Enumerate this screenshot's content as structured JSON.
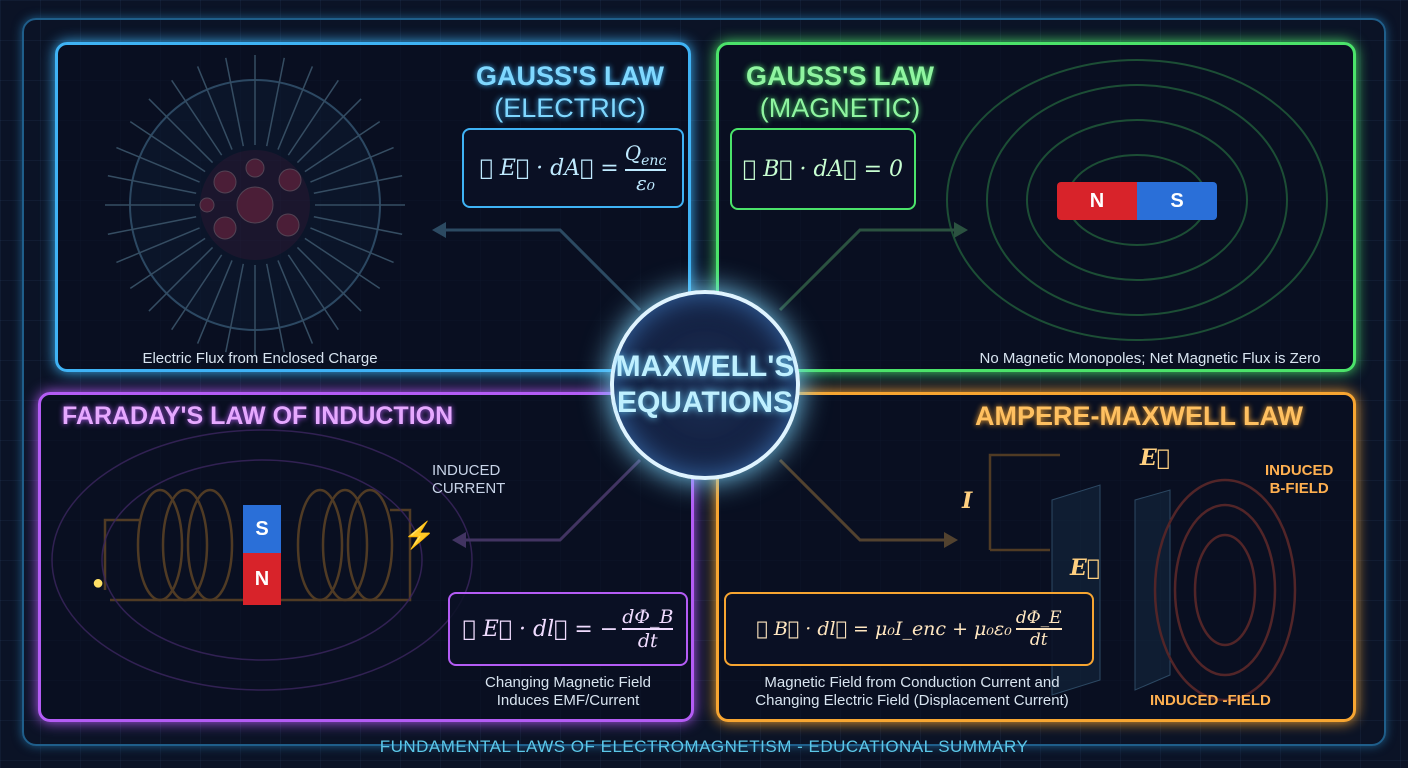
{
  "center": {
    "title": "MAXWELL'S EQUATIONS"
  },
  "panels": {
    "gauss_electric": {
      "title_line1": "GAUSS'S LAW",
      "title_line2": "(ELECTRIC)",
      "equation": "∮E⃗ · dA⃗ = Q_enc / ε₀",
      "eq_lhs": "∮ E⃗ · dA⃗ =",
      "eq_num": "Q",
      "eq_num_sub": "enc",
      "eq_den": "ε₀",
      "caption": "Electric Flux from Enclosed Charge",
      "color": "#3fb3f5"
    },
    "gauss_magnetic": {
      "title_line1": "GAUSS'S LAW",
      "title_line2": "(MAGNETIC)",
      "equation": "∮ B⃗ · dA⃗ = 0",
      "caption": "No Magnetic Monopoles; Net Magnetic Flux is Zero",
      "magnet_n": "N",
      "magnet_s": "S",
      "color": "#4be36a"
    },
    "faraday": {
      "title": "FARADAY'S LAW OF INDUCTION",
      "eq_lhs": "∮ E⃗ · dl⃗ = −",
      "eq_num": "dΦ_B",
      "eq_den": "dt",
      "caption_line1": "Changing Magnetic Field",
      "caption_line2": "Induces EMF/Current",
      "induced_label_line1": "INDUCED",
      "induced_label_line2": "CURRENT",
      "magnet_n": "N",
      "magnet_s": "S",
      "color": "#b45cf5"
    },
    "ampere": {
      "title": "AMPERE-MAXWELL LAW",
      "eq_lhs": "∮ B⃗ · dl⃗ = μ₀I_enc + μ₀ε₀",
      "eq_num": "dΦ_E",
      "eq_den": "dt",
      "caption_line1": "Magnetic Field from Conduction Current and",
      "caption_line2": "Changing Electric Field (Displacement Current)",
      "current_label": "I",
      "e_label": "E⃗",
      "induced_b_line1": "INDUCED",
      "induced_b_line2": "B-FIELD",
      "induced_field": "INDUCED -FIELD",
      "color": "#f7a531"
    }
  },
  "footer": "FUNDAMENTAL LAWS OF ELECTROMAGNETISM - EDUCATIONAL SUMMARY"
}
